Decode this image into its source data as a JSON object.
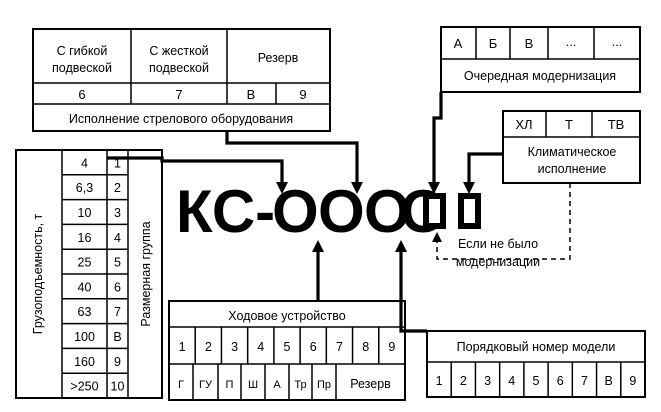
{
  "designation": {
    "prefix": "КС-",
    "digits": [
      "О",
      "О",
      "О",
      "О"
    ]
  },
  "boom_execution": {
    "headers": [
      "С гибкой подвеской",
      "С жесткой подвеской",
      "Резерв"
    ],
    "header_lines": [
      [
        "С гибкой",
        "подвеской"
      ],
      [
        "С жесткой",
        "подвеской"
      ],
      [
        "Резерв"
      ]
    ],
    "values": [
      "6",
      "7",
      "В",
      "9"
    ],
    "caption": "Исполнение стрелового оборудования"
  },
  "modernization": {
    "letters": [
      "А",
      "Б",
      "В",
      "...",
      "..."
    ],
    "caption": "Очередная модернизация"
  },
  "climate": {
    "codes": [
      "ХЛ",
      "Т",
      "ТВ"
    ],
    "caption_lines": [
      "Климатическое",
      "исполнение"
    ]
  },
  "no_modernization_note": [
    "Если не было",
    "модернизации"
  ],
  "capacity": {
    "axis_label": "Грузоподъемность, т",
    "group_label": "Размерная группа",
    "rows": [
      {
        "capacity": "4",
        "group": "1"
      },
      {
        "capacity": "6,3",
        "group": "2"
      },
      {
        "capacity": "10",
        "group": "3"
      },
      {
        "capacity": "16",
        "group": "4"
      },
      {
        "capacity": "25",
        "group": "5"
      },
      {
        "capacity": "40",
        "group": "6"
      },
      {
        "capacity": "63",
        "group": "7"
      },
      {
        "capacity": "100",
        "group": "В"
      },
      {
        "capacity": "160",
        "group": "9"
      },
      {
        "capacity": ">250",
        "group": "10"
      }
    ]
  },
  "running_gear": {
    "title": "Ходовое устройство",
    "numbers": [
      "1",
      "2",
      "3",
      "4",
      "5",
      "6",
      "7",
      "8",
      "9"
    ],
    "codes": [
      "Г",
      "ГУ",
      "П",
      "Ш",
      "А",
      "Тр",
      "Пр",
      "Резерв"
    ]
  },
  "model_number": {
    "title": "Порядковый номер модели",
    "numbers": [
      "1",
      "2",
      "3",
      "4",
      "5",
      "6",
      "7",
      "В",
      "9"
    ]
  }
}
